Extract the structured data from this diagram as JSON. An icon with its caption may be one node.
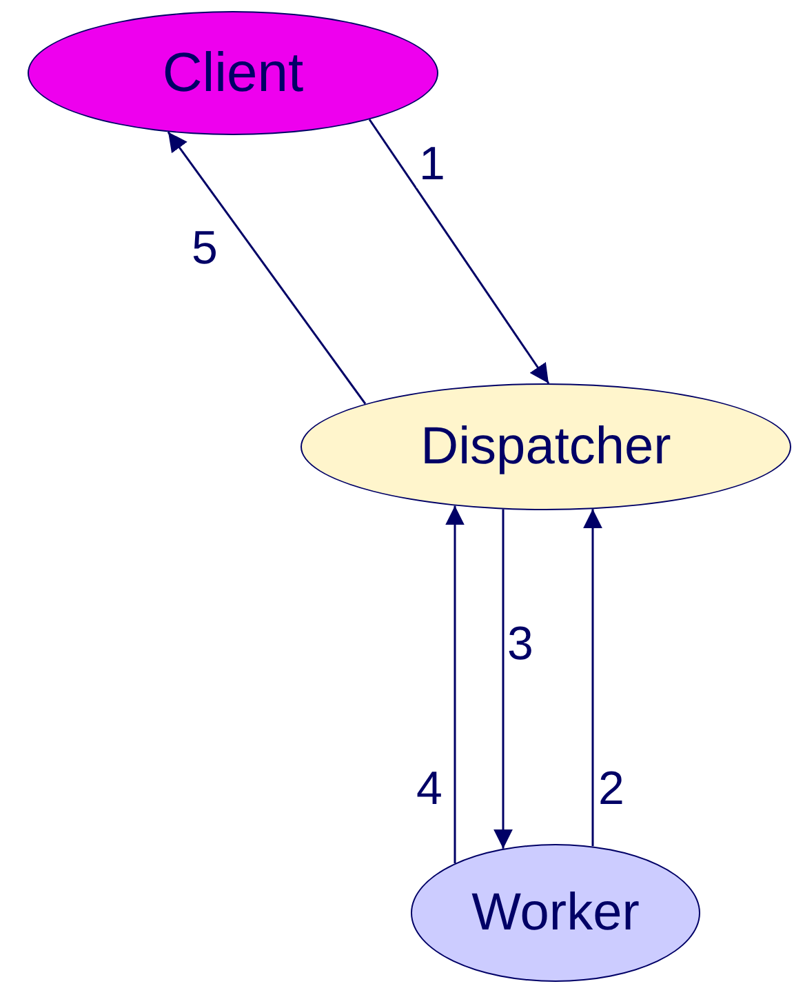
{
  "diagram": {
    "nodes": [
      {
        "text": [
          "Client"
        ]
      },
      {
        "text": [
          "Dispatcher"
        ]
      },
      {
        "text": [
          "Worker"
        ]
      }
    ],
    "edges": [
      {
        "from": 0,
        "to": 1,
        "arrow": "to",
        "label": "1"
      },
      {
        "from": 2,
        "to": 1,
        "arrow": "to",
        "label": "2"
      },
      {
        "from": 1,
        "to": 2,
        "arrow": "to",
        "label": "3"
      },
      {
        "from": 2,
        "to": 1,
        "arrow": "to",
        "label": "4"
      },
      {
        "from": 1,
        "to": 0,
        "arrow": "to",
        "label": "5"
      }
    ]
  }
}
